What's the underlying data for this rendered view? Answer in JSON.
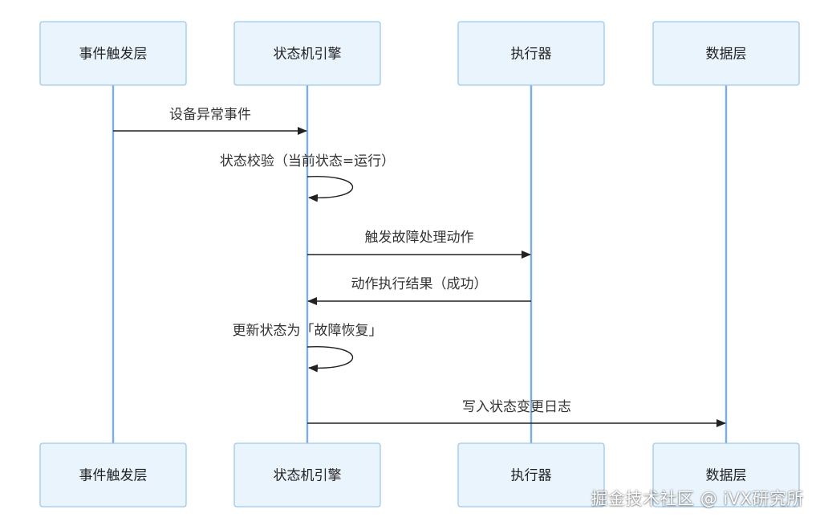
{
  "participants": [
    {
      "id": "trigger",
      "label": "事件触发层"
    },
    {
      "id": "fsm",
      "label": "状态机引擎"
    },
    {
      "id": "executor",
      "label": "执行器"
    },
    {
      "id": "data",
      "label": "数据层"
    }
  ],
  "messages": [
    {
      "from": "trigger",
      "to": "fsm",
      "text": "设备异常事件",
      "self": false
    },
    {
      "from": "fsm",
      "to": "fsm",
      "text": "状态校验（当前状态=运行）",
      "self": true
    },
    {
      "from": "fsm",
      "to": "executor",
      "text": "触发故障处理动作",
      "self": false
    },
    {
      "from": "executor",
      "to": "fsm",
      "text": "动作执行结果（成功）",
      "self": false
    },
    {
      "from": "fsm",
      "to": "fsm",
      "text": "更新状态为「故障恢复」",
      "self": true
    },
    {
      "from": "fsm",
      "to": "data",
      "text": "写入状态变更日志",
      "self": false
    }
  ],
  "watermark": "掘金技术社区 @ iVX研究所",
  "colors": {
    "actor_fill": "#e9f4fc",
    "actor_stroke": "#9cc9ee",
    "lifeline": "#78aeea",
    "arrow": "#222222",
    "text": "#333333"
  }
}
